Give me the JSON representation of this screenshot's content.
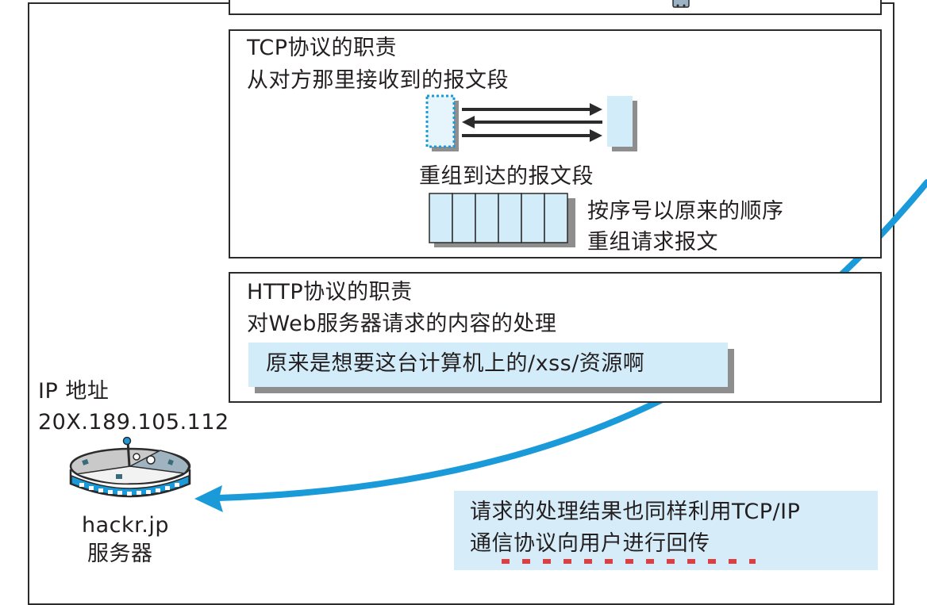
{
  "diagram": {
    "top_box": {
      "partial": true
    },
    "tcp_box": {
      "title": "TCP协议的职责",
      "subtitle": "从对方那里接收到的报文段",
      "reassemble_label": "重组到达的报文段",
      "order_note_line1": "按序号以原来的顺序",
      "order_note_line2": "重组请求报文",
      "segment_count": 6
    },
    "http_box": {
      "title": "HTTP协议的职责",
      "subtitle": "对Web服务器请求的内容的处理",
      "resource_note": "原来是想要这台计算机上的/xss/资源啊"
    },
    "server": {
      "ip_label": "IP 地址",
      "ip_value": "20X.189.105.112",
      "hostname": "hackr.jp",
      "role": "服务器",
      "icon": "server-icon"
    },
    "response_note": {
      "line1": "请求的处理结果也同样利用TCP/IP",
      "line2": "通信协议向用户进行回传"
    },
    "colors": {
      "arrow_blue": "#1a9ad9",
      "note_bg": "#d3ecf9",
      "shadow": "#8e8e8e",
      "border": "#2b2b2b",
      "red_text": "#e02020"
    }
  }
}
